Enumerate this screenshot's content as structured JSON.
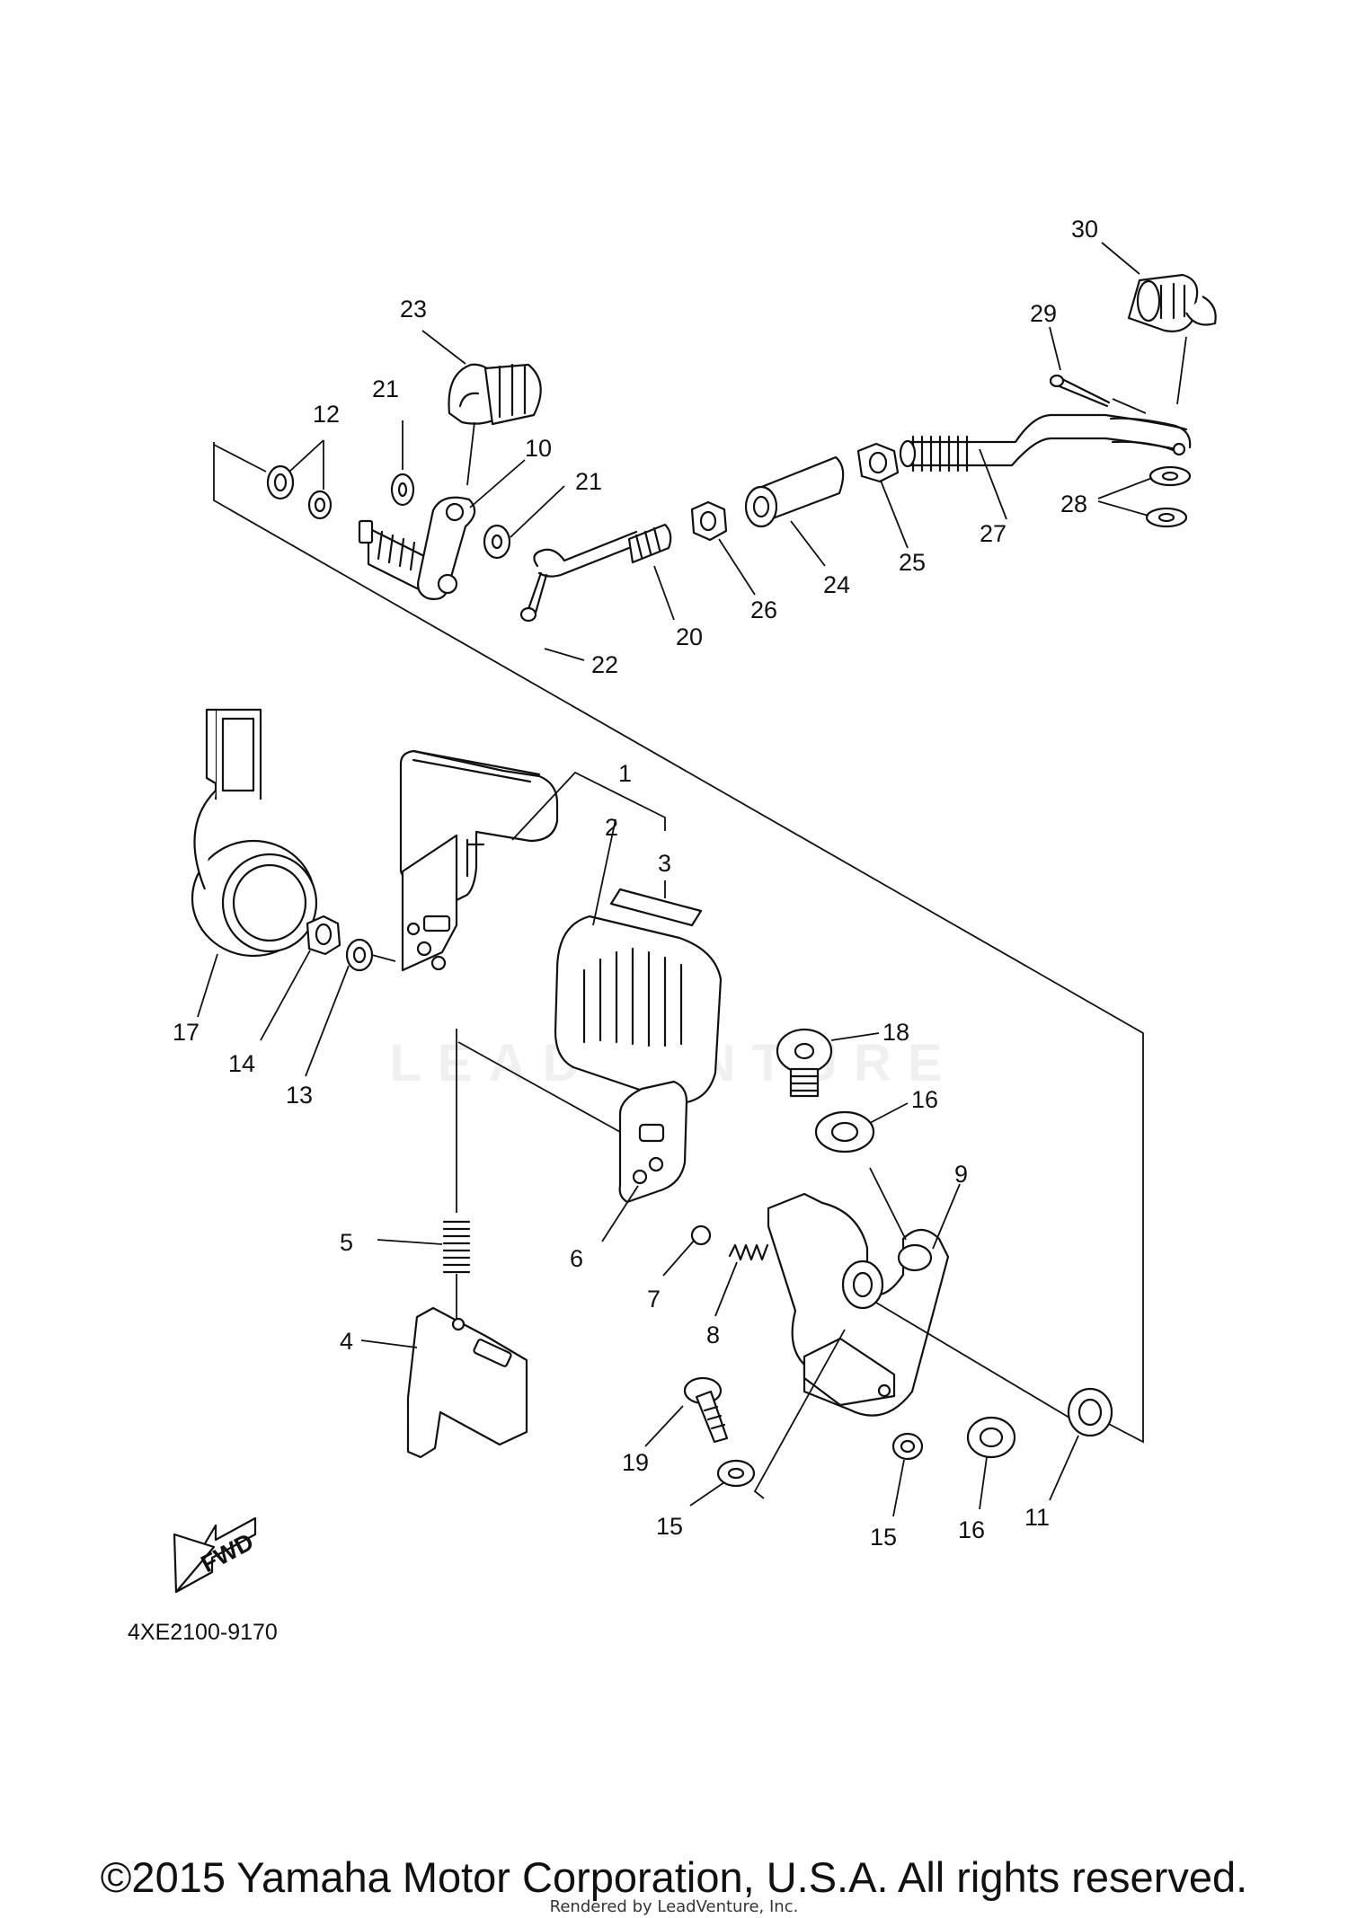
{
  "diagram": {
    "part_number": "4XE2100-9170",
    "fwd_label": "FWD",
    "watermark": "LEADVENTURE",
    "copyright": "©2015 Yamaha Motor Corporation, U.S.A. All rights reserved.",
    "rendered_by": "Rendered by LeadVenture, Inc.",
    "callouts": {
      "c1": "1",
      "c2": "2",
      "c3": "3",
      "c4": "4",
      "c5": "5",
      "c6": "6",
      "c7": "7",
      "c8": "8",
      "c9": "9",
      "c10": "10",
      "c11": "11",
      "c12": "12",
      "c13": "13",
      "c14": "14",
      "c15a": "15",
      "c15b": "15",
      "c16a": "16",
      "c16b": "16",
      "c17": "17",
      "c18": "18",
      "c19": "19",
      "c20": "20",
      "c21a": "21",
      "c21b": "21",
      "c22": "22",
      "c23": "23",
      "c24": "24",
      "c25": "25",
      "c26": "26",
      "c27": "27",
      "c28": "28",
      "c29": "29",
      "c30": "30"
    }
  }
}
